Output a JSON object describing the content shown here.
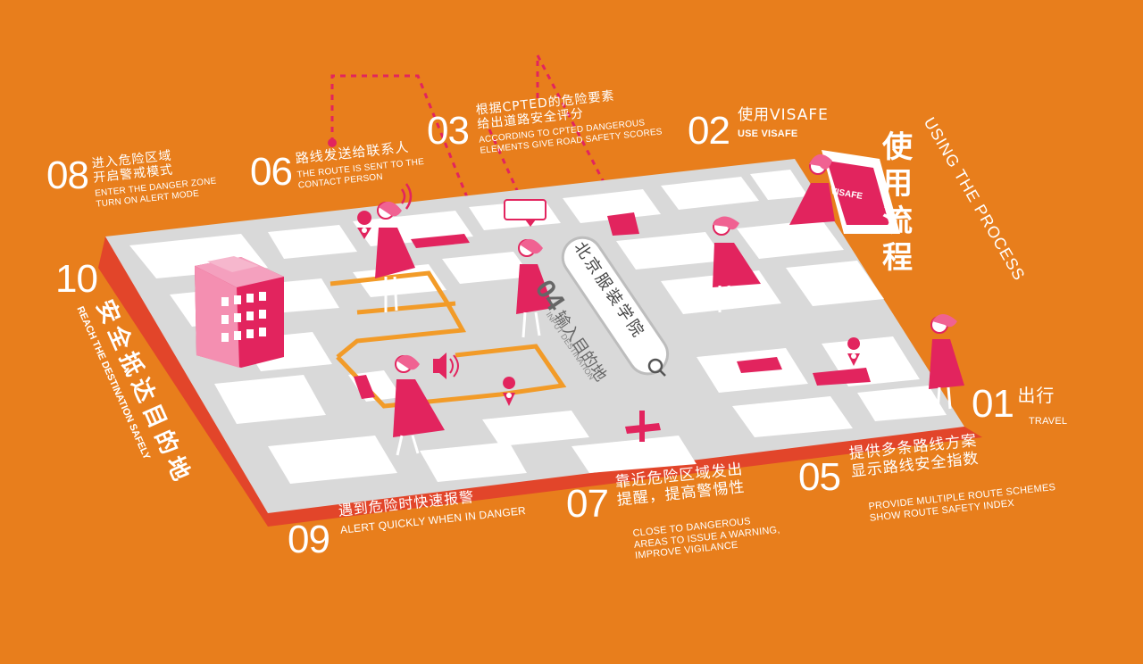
{
  "colors": {
    "background": "#E87E1C",
    "pink": "#E2245E",
    "magenta": "#D81B60",
    "road": "#D9D9D9",
    "block": "#FFFFFF",
    "orange_route": "#F29B28",
    "red_side": "#E2452A"
  },
  "title": {
    "cn": "使用流程",
    "en": "USING THE PROCESS"
  },
  "steps": {
    "s01": {
      "num": "01",
      "cn": "出行",
      "en": "TRAVEL"
    },
    "s02": {
      "num": "02",
      "cn": "使用VISAFE",
      "en": "USE VISAFE"
    },
    "s03": {
      "num": "03",
      "cn1": "根据CPTED的危险要素",
      "cn2": "给出道路安全评分",
      "en1": "ACCORDING TO CPTED DANGEROUS",
      "en2": "ELEMENTS GIVE ROAD SAFETY SCORES"
    },
    "s04": {
      "num": "04",
      "cn": "输入目的地",
      "en": "INPUT DESTINATION"
    },
    "s05": {
      "num": "05",
      "cn1": "提供多条路线方案",
      "cn2": "显示路线安全指数",
      "en1": "PROVIDE MULTIPLE ROUTE SCHEMES",
      "en2": "SHOW ROUTE SAFETY INDEX"
    },
    "s06": {
      "num": "06",
      "cn": "路线发送给联系人",
      "en1": "THE ROUTE IS SENT TO THE",
      "en2": "CONTACT PERSON"
    },
    "s07": {
      "num": "07",
      "cn1": "靠近危险区域发出",
      "cn2": "提醒，提高警惕性",
      "en1": "CLOSE TO DANGEROUS",
      "en2": "AREAS TO ISSUE A WARNING,",
      "en3": "IMPROVE VIGILANCE"
    },
    "s08": {
      "num": "08",
      "cn1": "进入危险区域",
      "cn2": "开启警戒模式",
      "en1": "ENTER THE DANGER ZONE",
      "en2": "TURN ON ALERT MODE"
    },
    "s09": {
      "num": "09",
      "cn": "遇到危险时快速报警",
      "en": "ALERT QUICKLY WHEN IN DANGER"
    },
    "s10": {
      "num": "10",
      "cn": "安全抵达目的地",
      "en": "REACH THE DESTINATION SAFELY"
    }
  },
  "search_box": {
    "text": "北京服装学院",
    "icon": "search-icon"
  },
  "phone": {
    "text": "VISAFE"
  }
}
